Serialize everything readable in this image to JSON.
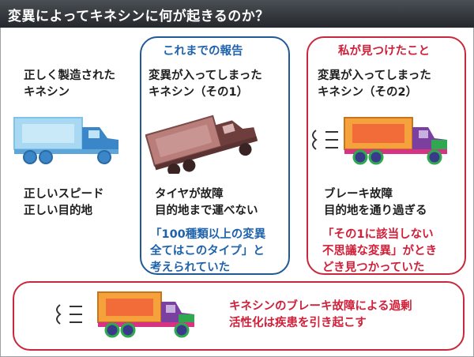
{
  "header": {
    "title": "変異によってキネシンに何が起きるのか？"
  },
  "left": {
    "label": [
      "正しく製造された",
      "キネシン"
    ],
    "result": [
      "正しいスピード",
      "正しい目的地"
    ]
  },
  "blue_panel": {
    "title": "これまでの報告",
    "label": [
      "変異が入ってしまった",
      "キネシン（その1）"
    ],
    "result": [
      "タイヤが故障",
      "目的地まで運べない"
    ],
    "note": [
      "「100種類以上の変異",
      "全てはこのタイプ」と",
      "考えられていた"
    ]
  },
  "red_panel": {
    "title": "私が見つけたこと",
    "label": [
      "変異が入ってしまった",
      "キネシン（その2）"
    ],
    "result": [
      "ブレーキ故障",
      "目的地を通り過ぎる"
    ],
    "note": [
      "「その1に該当しない",
      "不思議な変異」がとき",
      "どき見つかっていた"
    ]
  },
  "bottom": {
    "conclusion": [
      "キネシンのブレーキ故障による過剰",
      "活性化は疾患を引き起こす"
    ]
  },
  "colors": {
    "blue": "#1f62ac",
    "red": "#d0203a",
    "header": "#2f3439"
  }
}
